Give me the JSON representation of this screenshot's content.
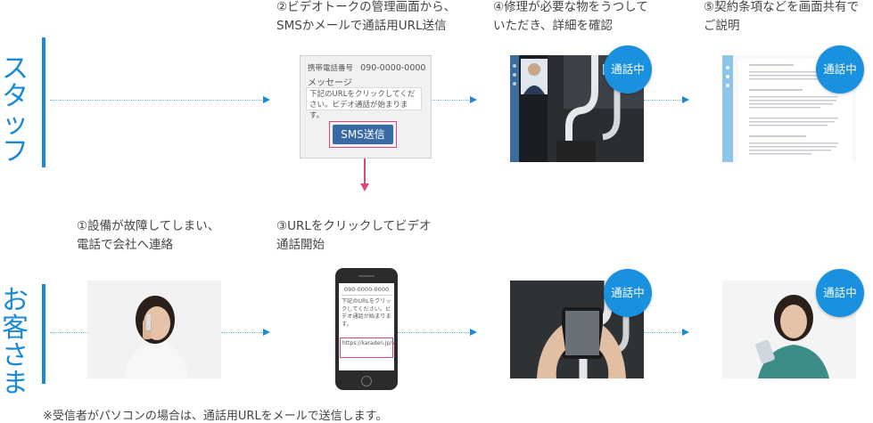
{
  "rows": {
    "staff": "スタッフ",
    "customer": "お客さま"
  },
  "steps": {
    "s1": "①設備が故障してしまい、\n電話で会社へ連絡",
    "s2": "②ビデオトークの管理画面から、\nSMSかメールで通話用URL送信",
    "s3": "③URLをクリックしてビデオ\n通話開始",
    "s4": "④修理が必要な物をうつして\nいただき、詳細を確認",
    "s5": "⑤契約条項などを画面共有で\nご説明"
  },
  "sms_panel": {
    "phone_label": "携帯電話番号",
    "phone_number": "090-0000-0000",
    "message_label": "メッセージ",
    "message_text": "下記のURLをクリックしてください。ビデオ通話が始まります。",
    "send_button": "SMS送信"
  },
  "phone_screen": {
    "number": "090-0000-0000",
    "text": "下記のURLをクリックしてください。ビデオ通話が始まります。",
    "url": "https://karaden.jp/videotak/"
  },
  "badge": "通話中",
  "note": "※受信者がパソコンの場合は、通話用URLをメールで送信します。",
  "colors": {
    "accent": "#1a8ad8",
    "badge": "#1991df",
    "highlight": "#e0457a",
    "sms_button": "#3a6aa6"
  }
}
